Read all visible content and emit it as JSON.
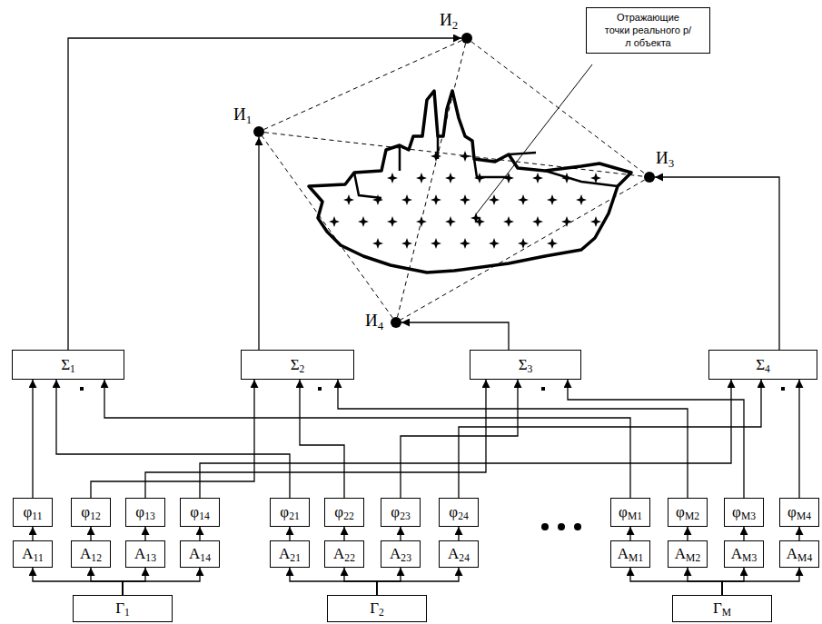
{
  "diagram": {
    "nodes": [
      {
        "text": [
          "И1"
        ]
      },
      {
        "text": [
          "И2"
        ]
      },
      {
        "text": [
          "И3"
        ]
      },
      {
        "text": [
          "И4"
        ]
      },
      {
        "text": [
          "Отражающие точки реального р/л объекта"
        ]
      },
      {
        "text": [
          "Σ1"
        ]
      },
      {
        "text": [
          "Σ2"
        ]
      },
      {
        "text": [
          "Σ3"
        ]
      },
      {
        "text": [
          "Σ4"
        ]
      },
      {
        "text": [
          "φ11"
        ]
      },
      {
        "text": [
          "φ12"
        ]
      },
      {
        "text": [
          "φ13"
        ]
      },
      {
        "text": [
          "φ14"
        ]
      },
      {
        "text": [
          "φ21"
        ]
      },
      {
        "text": [
          "φ22"
        ]
      },
      {
        "text": [
          "φ23"
        ]
      },
      {
        "text": [
          "φ24"
        ]
      },
      {
        "text": [
          "φM1"
        ]
      },
      {
        "text": [
          "φM2"
        ]
      },
      {
        "text": [
          "φM3"
        ]
      },
      {
        "text": [
          "φM4"
        ]
      },
      {
        "text": [
          "A11"
        ]
      },
      {
        "text": [
          "A12"
        ]
      },
      {
        "text": [
          "A13"
        ]
      },
      {
        "text": [
          "A14"
        ]
      },
      {
        "text": [
          "A21"
        ]
      },
      {
        "text": [
          "A22"
        ]
      },
      {
        "text": [
          "A23"
        ]
      },
      {
        "text": [
          "A24"
        ]
      },
      {
        "text": [
          "AM1"
        ]
      },
      {
        "text": [
          "AM2"
        ]
      },
      {
        "text": [
          "AM3"
        ]
      },
      {
        "text": [
          "AM4"
        ]
      },
      {
        "text": [
          "Г1"
        ]
      },
      {
        "text": [
          "Г2"
        ]
      },
      {
        "text": [
          "ГM"
        ]
      }
    ],
    "edges": [
      {
        "from": 33,
        "to": 21,
        "arrow": "to"
      },
      {
        "from": 33,
        "to": 22,
        "arrow": "to"
      },
      {
        "from": 33,
        "to": 23,
        "arrow": "to"
      },
      {
        "from": 33,
        "to": 24,
        "arrow": "to"
      },
      {
        "from": 34,
        "to": 25,
        "arrow": "to"
      },
      {
        "from": 34,
        "to": 26,
        "arrow": "to"
      },
      {
        "from": 34,
        "to": 27,
        "arrow": "to"
      },
      {
        "from": 34,
        "to": 28,
        "arrow": "to"
      },
      {
        "from": 35,
        "to": 29,
        "arrow": "to"
      },
      {
        "from": 35,
        "to": 30,
        "arrow": "to"
      },
      {
        "from": 35,
        "to": 31,
        "arrow": "to"
      },
      {
        "from": 35,
        "to": 32,
        "arrow": "to"
      },
      {
        "from": 21,
        "to": 9,
        "arrow": "to"
      },
      {
        "from": 22,
        "to": 10,
        "arrow": "to"
      },
      {
        "from": 23,
        "to": 11,
        "arrow": "to"
      },
      {
        "from": 24,
        "to": 12,
        "arrow": "to"
      },
      {
        "from": 25,
        "to": 13,
        "arrow": "to"
      },
      {
        "from": 26,
        "to": 14,
        "arrow": "to"
      },
      {
        "from": 27,
        "to": 15,
        "arrow": "to"
      },
      {
        "from": 28,
        "to": 16,
        "arrow": "to"
      },
      {
        "from": 29,
        "to": 17,
        "arrow": "to"
      },
      {
        "from": 30,
        "to": 18,
        "arrow": "to"
      },
      {
        "from": 31,
        "to": 19,
        "arrow": "to"
      },
      {
        "from": 32,
        "to": 20,
        "arrow": "to"
      },
      {
        "from": 9,
        "to": 5,
        "arrow": "to"
      },
      {
        "from": 10,
        "to": 6,
        "arrow": "to"
      },
      {
        "from": 11,
        "to": 7,
        "arrow": "to"
      },
      {
        "from": 12,
        "to": 8,
        "arrow": "to"
      },
      {
        "from": 13,
        "to": 5,
        "arrow": "to"
      },
      {
        "from": 14,
        "to": 6,
        "arrow": "to"
      },
      {
        "from": 15,
        "to": 7,
        "arrow": "to"
      },
      {
        "from": 16,
        "to": 8,
        "arrow": "to"
      },
      {
        "from": 17,
        "to": 5,
        "arrow": "to"
      },
      {
        "from": 18,
        "to": 6,
        "arrow": "to"
      },
      {
        "from": 19,
        "to": 7,
        "arrow": "to"
      },
      {
        "from": 20,
        "to": 8,
        "arrow": "to"
      },
      {
        "from": 5,
        "to": 1,
        "arrow": "to"
      },
      {
        "from": 6,
        "to": 0,
        "arrow": "to"
      },
      {
        "from": 7,
        "to": 3,
        "arrow": "to"
      },
      {
        "from": 8,
        "to": 2,
        "arrow": "to"
      },
      {
        "from": 0,
        "to": 1,
        "arrow": "none"
      },
      {
        "from": 1,
        "to": 2,
        "arrow": "none"
      },
      {
        "from": 2,
        "to": 3,
        "arrow": "none"
      },
      {
        "from": 3,
        "to": 0,
        "arrow": "none"
      },
      {
        "from": 0,
        "to": 2,
        "arrow": "none"
      },
      {
        "from": 1,
        "to": 3,
        "arrow": "none"
      }
    ]
  }
}
